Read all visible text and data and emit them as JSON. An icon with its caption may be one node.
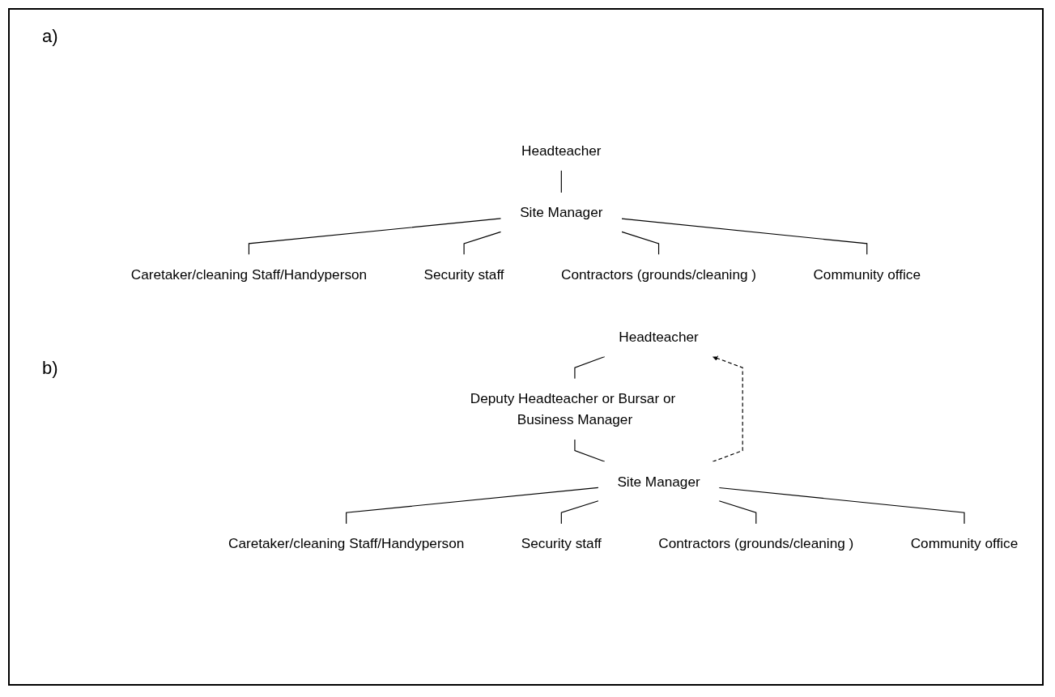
{
  "diagram": {
    "nodes": [
      {
        "text": [
          "Headteacher"
        ]
      },
      {
        "text": [
          "Site Manager"
        ]
      },
      {
        "text": [
          "Caretaker/cleaning Staff/Handyperson"
        ]
      },
      {
        "text": [
          "Security staff"
        ]
      },
      {
        "text": [
          "Contractors (grounds/cleaning )"
        ]
      },
      {
        "text": [
          "Community office"
        ]
      },
      {
        "text": [
          "Headteacher"
        ]
      },
      {
        "text": [
          "Deputy Headteacher or Bursar or Business Manager"
        ]
      },
      {
        "text": [
          "Site Manager"
        ]
      },
      {
        "text": [
          "Caretaker/cleaning Staff/Handyperson"
        ]
      },
      {
        "text": [
          "Security staff"
        ]
      },
      {
        "text": [
          "Contractors (grounds/cleaning )"
        ]
      },
      {
        "text": [
          "Community office"
        ]
      }
    ],
    "edges": [
      {
        "from": 0,
        "to": 1,
        "arrow": "none"
      },
      {
        "from": 1,
        "to": 2,
        "arrow": "none"
      },
      {
        "from": 1,
        "to": 3,
        "arrow": "none"
      },
      {
        "from": 1,
        "to": 4,
        "arrow": "none"
      },
      {
        "from": 1,
        "to": 5,
        "arrow": "none"
      },
      {
        "from": 6,
        "to": 7,
        "arrow": "none"
      },
      {
        "from": 7,
        "to": 8,
        "arrow": "none"
      },
      {
        "from": 8,
        "to": 9,
        "arrow": "none"
      },
      {
        "from": 8,
        "to": 10,
        "arrow": "none"
      },
      {
        "from": 8,
        "to": 11,
        "arrow": "none"
      },
      {
        "from": 8,
        "to": 12,
        "arrow": "none"
      },
      {
        "from": 8,
        "to": 6,
        "arrow": "to",
        "style": "dashed"
      }
    ],
    "labels": [
      "a)",
      "b)"
    ]
  }
}
